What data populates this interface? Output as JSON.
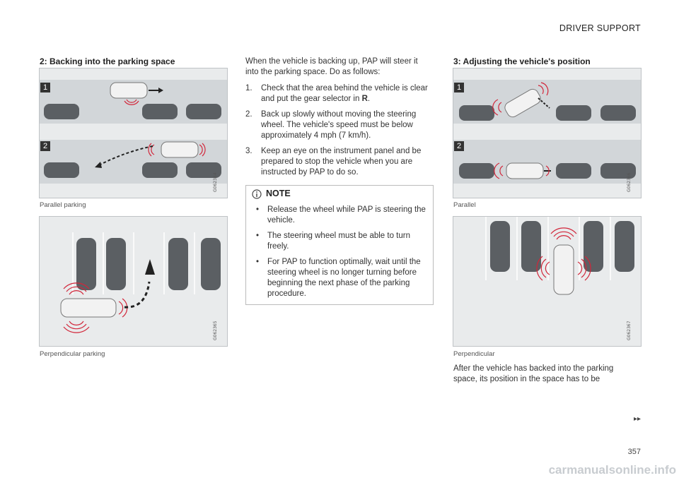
{
  "header": "DRIVER SUPPORT",
  "section2": {
    "heading": "2: Backing into the parking space",
    "fig1_caption": "Parallel parking",
    "fig1_code": "G062364",
    "fig2_caption": "Perpendicular parking",
    "fig2_code": "G062365",
    "label1": "1",
    "label2": "2"
  },
  "middle": {
    "intro": "When the vehicle is backing up, PAP will steer it into the parking space. Do as follows:",
    "steps": [
      {
        "num": "1.",
        "text_a": "Check that the area behind the vehicle is clear and put the gear selector in ",
        "bold": "R",
        "text_b": "."
      },
      {
        "num": "2.",
        "text_a": "Back up slowly without moving the steering wheel. The vehicle's speed must be below approximately 4 mph (7 km/h).",
        "bold": "",
        "text_b": ""
      },
      {
        "num": "3.",
        "text_a": "Keep an eye on the instrument panel and be prepared to stop the vehicle when you are instructed by PAP to do so.",
        "bold": "",
        "text_b": ""
      }
    ],
    "note_title": "NOTE",
    "note_items": [
      "Release the wheel while PAP is steering the vehicle.",
      "The steering wheel must be able to turn freely.",
      "For PAP to function optimally, wait until the steering wheel is no longer turning before beginning the next phase of the parking procedure."
    ]
  },
  "section3": {
    "heading": "3: Adjusting the vehicle's position",
    "fig1_caption": "Parallel",
    "fig1_code": "G062366",
    "fig2_caption": "Perpendicular",
    "fig2_code": "G062367",
    "body": "After the vehicle has backed into the parking space, its position in the space has to be"
  },
  "forward_marker": "▸▸",
  "page_number": "357",
  "watermark": "carmanualsonline.info",
  "colors": {
    "sensor": "#d2263a",
    "road": "#d2d6d9",
    "lane": "#e9ebec",
    "car": "#555a5e"
  }
}
